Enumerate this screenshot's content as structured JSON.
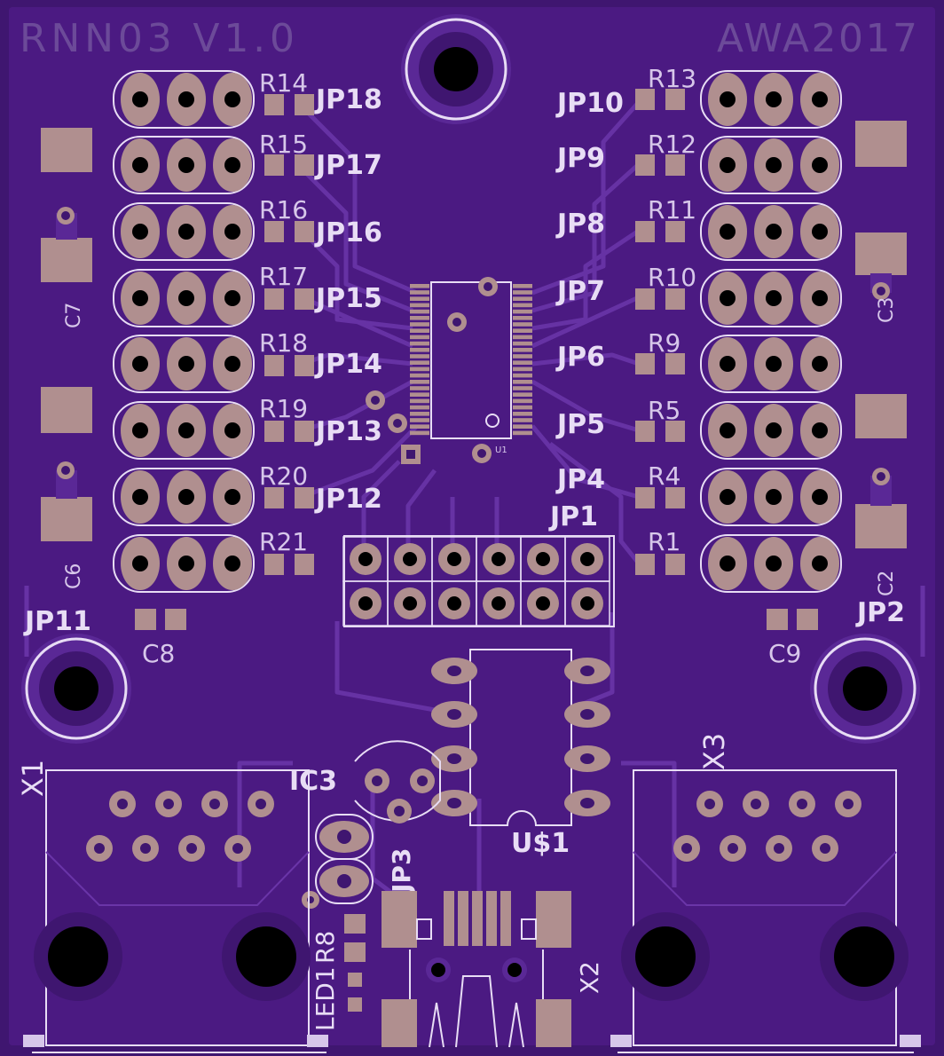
{
  "board": {
    "title_left": "RNN03 V1.0",
    "title_right": "AWA2017"
  },
  "colors": {
    "board": "#4b1a82",
    "copper_fill": "#5a2896",
    "trace": "#6a35a8",
    "silkscreen": "#d7c7ea",
    "silk_ghost": "#6c4a99",
    "pad": "#b08f8f",
    "hole": "#000000",
    "outline": "#e8ddf5"
  },
  "labels": {
    "r_left": [
      "R14",
      "R15",
      "R16",
      "R17",
      "R18",
      "R19",
      "R20",
      "R21"
    ],
    "jp_left": [
      "JP18",
      "JP17",
      "JP16",
      "JP15",
      "JP14",
      "JP13",
      "JP12"
    ],
    "r_right": [
      "R13",
      "R12",
      "R11",
      "R10",
      "R9",
      "R5",
      "R4",
      "R1"
    ],
    "jp_right": [
      "JP10",
      "JP9",
      "JP8",
      "JP7",
      "JP6",
      "JP5",
      "JP4"
    ],
    "jp1": "JP1",
    "jp2": "JP2",
    "jp11": "JP11",
    "jp3": "JP3",
    "c7": "C7",
    "c6": "C6",
    "c3": "C3",
    "c2": "C2",
    "c8": "C8",
    "c9": "C9",
    "u1": "U1",
    "ic3": "IC3",
    "us1": "U$1",
    "x1": "X1",
    "x2": "X2",
    "x3": "X3",
    "led1": "LED1",
    "r8": "R8"
  },
  "icons": {
    "mounting_hole": "mounting-hole-icon",
    "through_hole_pad": "tht-pad-icon",
    "smd_pad": "smd-pad-icon"
  }
}
